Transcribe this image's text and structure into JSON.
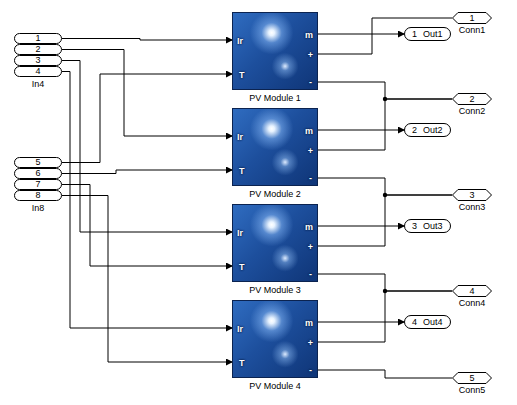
{
  "diagram": {
    "nodes": [
      {
        "text": [
          "1"
        ]
      },
      {
        "text": [
          "2"
        ]
      },
      {
        "text": [
          "3"
        ]
      },
      {
        "text": [
          "4"
        ]
      },
      {
        "text": [
          "5"
        ]
      },
      {
        "text": [
          "6"
        ]
      },
      {
        "text": [
          "7"
        ]
      },
      {
        "text": [
          "8"
        ]
      },
      {
        "text": [
          "Ir",
          "T",
          "m",
          "+",
          "-",
          "PV Module 1"
        ]
      },
      {
        "text": [
          "Ir",
          "T",
          "m",
          "+",
          "-",
          "PV Module 2"
        ]
      },
      {
        "text": [
          "Ir",
          "T",
          "m",
          "+",
          "-",
          "PV Module 3"
        ]
      },
      {
        "text": [
          "Ir",
          "T",
          "m",
          "+",
          "-",
          "PV Module 4"
        ]
      },
      {
        "text": [
          "1",
          "Out1"
        ]
      },
      {
        "text": [
          "2",
          "Out2"
        ]
      },
      {
        "text": [
          "3",
          "Out3"
        ]
      },
      {
        "text": [
          "4",
          "Out4"
        ]
      },
      {
        "text": [
          "1",
          "Conn1"
        ]
      },
      {
        "text": [
          "2",
          "Conn2"
        ]
      },
      {
        "text": [
          "3",
          "Conn3"
        ]
      },
      {
        "text": [
          "4",
          "Conn4"
        ]
      },
      {
        "text": [
          "5",
          "Conn5"
        ]
      }
    ],
    "edges": [
      {
        "from": 0,
        "to": 8,
        "arrow": "to"
      },
      {
        "from": 1,
        "to": 9,
        "arrow": "to"
      },
      {
        "from": 2,
        "to": 10,
        "arrow": "to"
      },
      {
        "from": 3,
        "to": 11,
        "arrow": "to"
      },
      {
        "from": 4,
        "to": 8,
        "arrow": "to"
      },
      {
        "from": 5,
        "to": 9,
        "arrow": "to"
      },
      {
        "from": 6,
        "to": 10,
        "arrow": "to"
      },
      {
        "from": 7,
        "to": 11,
        "arrow": "to"
      },
      {
        "from": 8,
        "to": 12,
        "arrow": "to"
      },
      {
        "from": 9,
        "to": 13,
        "arrow": "to"
      },
      {
        "from": 10,
        "to": 14,
        "arrow": "to"
      },
      {
        "from": 11,
        "to": 15,
        "arrow": "to"
      },
      {
        "from": 8,
        "to": 16,
        "arrow": "none"
      },
      {
        "from": 8,
        "to": 17,
        "arrow": "none"
      },
      {
        "from": 9,
        "to": 17,
        "arrow": "none"
      },
      {
        "from": 9,
        "to": 18,
        "arrow": "none"
      },
      {
        "from": 10,
        "to": 18,
        "arrow": "none"
      },
      {
        "from": 10,
        "to": 19,
        "arrow": "none"
      },
      {
        "from": 11,
        "to": 19,
        "arrow": "none"
      },
      {
        "from": 11,
        "to": 20,
        "arrow": "none"
      }
    ],
    "labels": [
      "In4",
      "In8"
    ]
  }
}
